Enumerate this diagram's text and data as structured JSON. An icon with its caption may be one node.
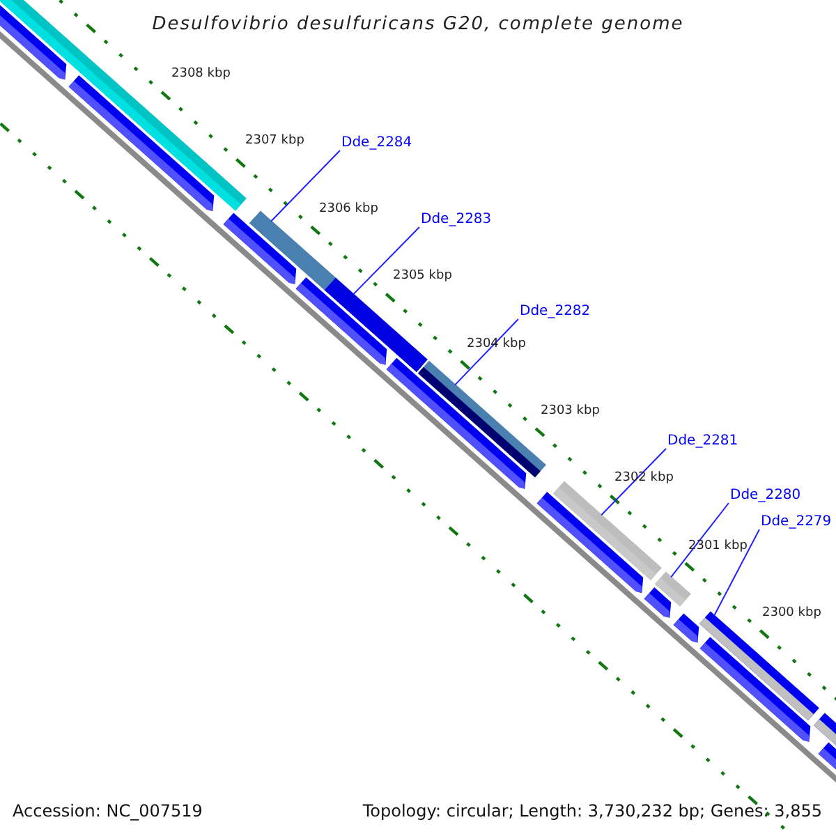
{
  "diagram": {
    "title": "Desulfovibrio desulfuricans G20, complete genome",
    "nodes": [
      {
        "text": [
          "Dde_2284"
        ]
      },
      {
        "text": [
          "Dde_2283"
        ]
      },
      {
        "text": [
          "Dde_2282"
        ]
      },
      {
        "text": [
          "Dde_2281"
        ]
      },
      {
        "text": [
          "Dde_2280"
        ]
      },
      {
        "text": [
          "Dde_2279"
        ]
      },
      {
        "text": [],
        "shape": "bar"
      },
      {
        "text": [],
        "shape": "bar"
      },
      {
        "text": [],
        "shape": "bar"
      },
      {
        "text": [],
        "shape": "bar"
      },
      {
        "text": [],
        "shape": "bar"
      },
      {
        "text": [],
        "shape": "bar"
      },
      {
        "text": [],
        "shape": "bar"
      },
      {
        "text": [],
        "shape": "bar"
      },
      {
        "text": [],
        "shape": "bar"
      },
      {
        "text": [],
        "shape": "bar"
      },
      {
        "text": [],
        "shape": "bar"
      },
      {
        "text": [],
        "shape": "bar"
      },
      {
        "text": [],
        "shape": "bar"
      },
      {
        "text": [],
        "shape": "bar"
      },
      {
        "text": [],
        "shape": "bar"
      },
      {
        "text": [],
        "shape": "bar"
      },
      {
        "text": [],
        "shape": "bar"
      },
      {
        "text": [],
        "shape": "bar"
      }
    ],
    "edges": [
      {
        "from": 0,
        "to": 10,
        "arrow": "none"
      },
      {
        "from": 1,
        "to": 12,
        "arrow": "none"
      },
      {
        "from": 2,
        "to": 14,
        "arrow": "none"
      },
      {
        "from": 3,
        "to": 16,
        "arrow": "none"
      },
      {
        "from": 4,
        "to": 18,
        "arrow": "none"
      },
      {
        "from": 5,
        "to": 21,
        "arrow": "none"
      }
    ],
    "labels": [
      "2308 kbp",
      "2307 kbp",
      "2306 kbp",
      "2305 kbp",
      "2304 kbp",
      "2303 kbp",
      "2302 kbp",
      "2301 kbp",
      "2300 kbp",
      "Accession: NC_007519",
      "Topology: circular; Length: 3,730,232 bp; Genes: 3,855"
    ]
  }
}
